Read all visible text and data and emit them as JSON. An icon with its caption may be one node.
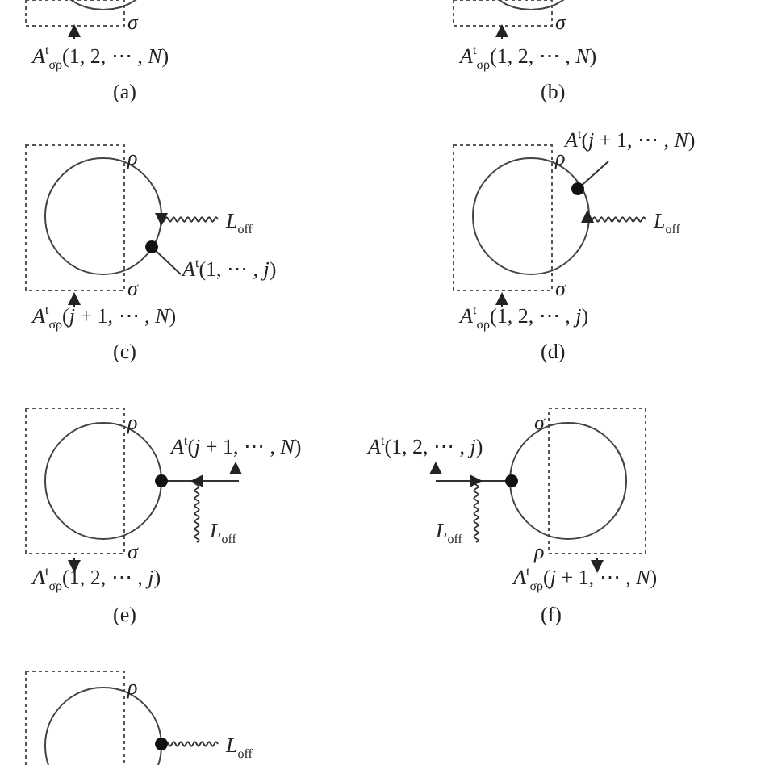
{
  "diagram": {
    "labels": [
      "σ",
      "*A*$^{t}$$_{σρ}$(1, 2, ⋯ , *N*)",
      "(a)",
      "σ",
      "*A*$^{t}$$_{σρ}$(1, 2, ⋯ , *N*)",
      "(b)",
      "ρ",
      "*L*$_{off}$",
      "*A*$^{t}$(1, ⋯ , *j*)",
      "σ",
      "*A*$^{t}$$_{σρ}$(*j* + 1, ⋯ , *N*)",
      "(c)",
      "*A*$^{t}$(*j* + 1, ⋯ , *N*)",
      "ρ",
      "*L*$_{off}$",
      "σ",
      "*A*$^{t}$$_{σρ}$(1, 2, ⋯ , *j*)",
      "(d)",
      "ρ",
      "*A*$^{t}$(*j* + 1, ⋯ , *N*)",
      "*L*$_{off}$",
      "σ",
      "*A*$^{t}$$_{σρ}$(1, 2, ⋯ , *j*)",
      "(e)",
      "σ",
      "*A*$^{t}$(1, 2, ⋯ , *j*)",
      "*L*$_{off}$",
      "ρ",
      "*A*$^{t}$$_{σρ}$(*j* + 1, ⋯ , *N*)",
      "(f)",
      "ρ",
      "*L*$_{off}$"
    ]
  }
}
